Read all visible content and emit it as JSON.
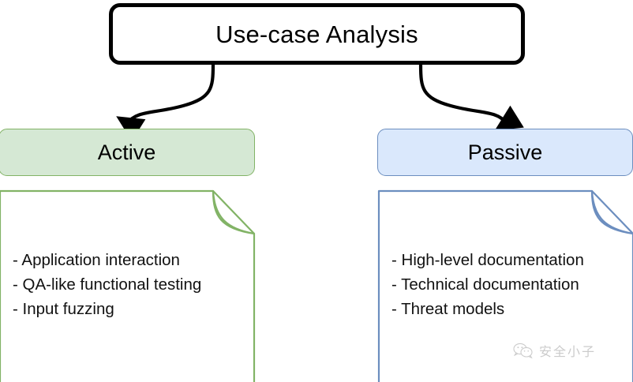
{
  "diagram": {
    "title_node": {
      "label": "Use-case Analysis",
      "stroke_color": "#000000",
      "fill_color": "#ffffff"
    },
    "branches": [
      {
        "id": "active",
        "label": "Active",
        "fill_color": "#d5e8d4",
        "stroke_color": "#82b366",
        "note": {
          "lines": [
            "- Application interaction",
            "- QA-like functional testing",
            "- Input fuzzing"
          ]
        }
      },
      {
        "id": "passive",
        "label": "Passive",
        "fill_color": "#dae8fc",
        "stroke_color": "#6c8ebf",
        "note": {
          "lines": [
            "- High-level documentation",
            "- Technical documentation",
            "- Threat models"
          ]
        }
      }
    ],
    "connectors": [
      {
        "id": "to-active",
        "from": "use-case-analysis",
        "to": "active",
        "style": "curved-arrow",
        "color": "#000000"
      },
      {
        "id": "to-passive",
        "from": "use-case-analysis",
        "to": "passive",
        "style": "curved-arrow",
        "color": "#000000"
      }
    ]
  },
  "watermark": {
    "text": "安全小子",
    "logo_icon": "wechat-logo-icon",
    "color": "#6a6a6a"
  }
}
